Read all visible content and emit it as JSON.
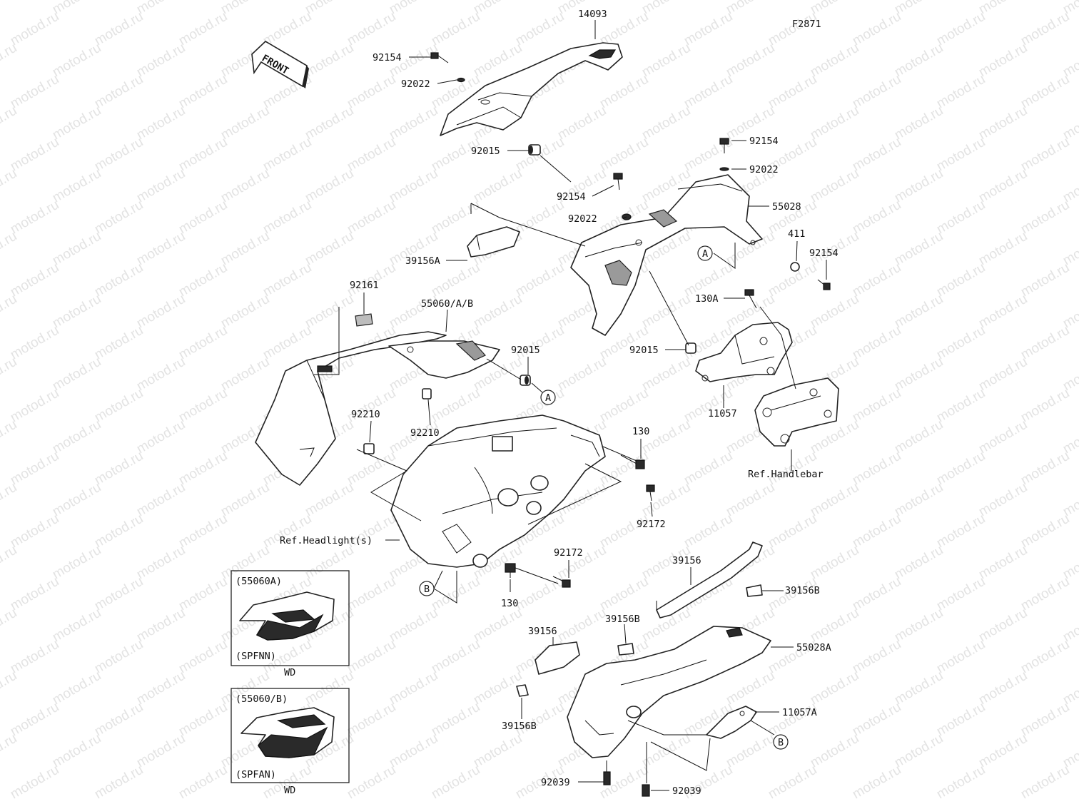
{
  "figure_code": "F2871",
  "front_label": "FRONT",
  "watermark_text": "motod.ru",
  "labels": {
    "p14093": "14093",
    "p92154_top": "92154",
    "p92022_top": "92022",
    "p92015_top": "92015",
    "p92154_r1": "92154",
    "p92022_r1": "92022",
    "p92154_mid": "92154",
    "p92022_mid": "92022",
    "p55028": "55028",
    "p411": "411",
    "p92154_r2": "92154",
    "p39156A": "39156A",
    "p92161": "92161",
    "p55060AB": "55060/A/B",
    "p92015_mid": "92015",
    "p130A": "130A",
    "p92015_r": "92015",
    "p92210_left": "92210",
    "p92210_mid": "92210",
    "p11057": "11057",
    "p130_top": "130",
    "ref_handlebar": "Ref.Handlebar",
    "p92172_top": "92172",
    "ref_headlight": "Ref.Headlight(s)",
    "p92172_bot": "92172",
    "p39156_right": "39156",
    "p39156B_right": "39156B",
    "p130_bot": "130",
    "p39156B_mid": "39156B",
    "p39156_left": "39156",
    "p55028A": "55028A",
    "p39156B_left": "39156B",
    "p11057A": "11057A",
    "p92039_left": "92039",
    "p92039_right": "92039"
  },
  "callouts": {
    "a1": "A",
    "a2": "A",
    "b1": "B",
    "b2": "B"
  },
  "variants": [
    {
      "code": "(55060A)",
      "color": "(SPFNN)",
      "note": "WD"
    },
    {
      "code": "(55060/B)",
      "color": "(SPFAN)",
      "note": "WD"
    }
  ],
  "colors": {
    "line": "#222222",
    "watermark": "#e3e3e3",
    "background": "#ffffff"
  }
}
